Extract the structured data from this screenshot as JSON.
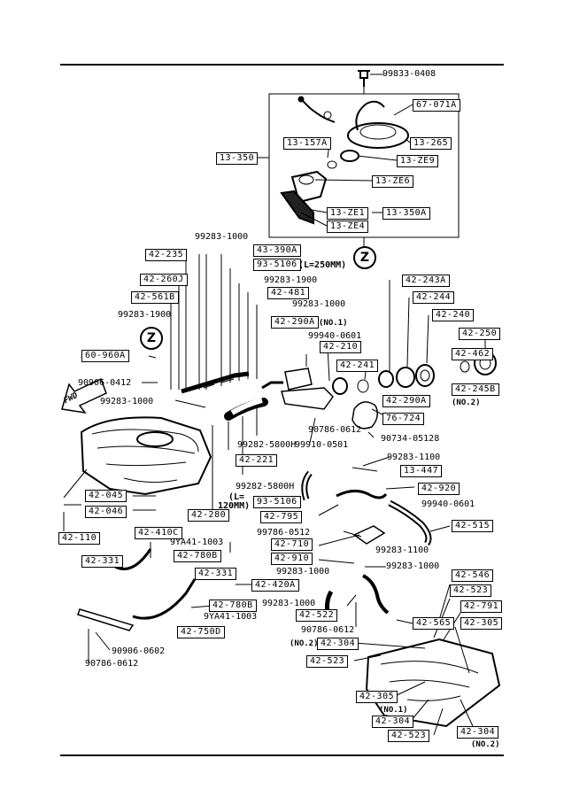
{
  "part_numbers": {
    "p99833_0408": "99833-0408",
    "p67_071A": "67-071A",
    "p13_157A": "13-157A",
    "p13_265": "13-265",
    "p13_ZE9": "13-ZE9",
    "p13_350": "13-350",
    "p13_ZE6": "13-ZE6",
    "p13_ZE1": "13-ZE1",
    "p13_350A": "13-350A",
    "p13_ZE4": "13-ZE4",
    "p99283_1000_a": "99283-1000",
    "p43_390A": "43-390A",
    "p42_235": "42-235",
    "p93_5106_a": "93-5106",
    "l250": "(L=250MM)",
    "p42_260J": "42-260J",
    "p99283_1900_a": "99283-1900",
    "p42_243A": "42-243A",
    "p42_481": "42-481",
    "p42_561B": "42-561B",
    "p99283_1000_b": "99283-1000",
    "p42_244": "42-244",
    "p99283_1900_b": "99283-1900",
    "p42_290A_a": "42-290A",
    "no1_a": "(NO.1)",
    "p42_240": "42-240",
    "p99940_0601_a": "99940-0601",
    "p42_250": "42-250",
    "p60_960A": "60-960A",
    "p42_210": "42-210",
    "p42_462": "42-462",
    "p42_241": "42-241",
    "p90906_0412": "90906-0412",
    "p42_245B": "42-245B",
    "p99283_1000_c": "99283-1000",
    "p42_290A_b": "42-290A",
    "no2_a": "(NO.2)",
    "p76_724": "76-724",
    "p90786_0612_a": "90786-0612",
    "p99282_5800H_a": "99282-5800H",
    "p99910_0501": "99910-0501",
    "p90734_05128": "90734-05128",
    "p42_221": "42-221",
    "p99283_1100_a": "99283-1100",
    "p13_447": "13-447",
    "p99282_5800H_b": "99282-5800H",
    "l120": "(L=",
    "l120b": "120MM)",
    "p93_5106_b": "93-5106",
    "p42_920": "42-920",
    "p42_045": "42-045",
    "p99940_0601_b": "99940-0601",
    "p42_046": "42-046",
    "p42_795": "42-795",
    "p42_280": "42-280",
    "p99786_0512": "99786-0512",
    "p42_515": "42-515",
    "p42_110": "42-110",
    "p42_410C": "42-410C",
    "p42_710": "42-710",
    "p9YA41_1003_a": "9YA41-1003",
    "p99283_1100_b": "99283-1100",
    "p42_780B_a": "42-780B",
    "p42_331_a": "42-331",
    "p42_910": "42-910",
    "p99283_1000_d": "99283-1000",
    "p42_546": "42-546",
    "p42_331_b": "42-331",
    "p99283_1000_e": "99283-1000",
    "p42_420A": "42-420A",
    "p42_523_a": "42-523",
    "p99283_1000_f": "99283-1000",
    "p42_780B_b": "42-780B",
    "p42_791": "42-791",
    "p9YA41_1003_b": "9YA41-1003",
    "p42_522": "42-522",
    "p42_565": "42-565",
    "p42_305_a": "42-305",
    "p42_750D": "42-750D",
    "p90786_0612_b": "90786-0612",
    "p90906_0602": "90906-0602",
    "no2_b": "(NO.2)",
    "p42_304_a": "42-304",
    "p90786_0612_c": "90786-0612",
    "p42_523_b": "42-523",
    "p42_305_b": "42-305",
    "no1_b": "(NO.1)",
    "p42_304_b": "42-304",
    "p42_523_c": "42-523",
    "p42_304_c": "42-304",
    "no2_c": "(NO.2)"
  },
  "markers": {
    "z_top": "Z",
    "z_left": "Z",
    "fwd": "FWD"
  }
}
